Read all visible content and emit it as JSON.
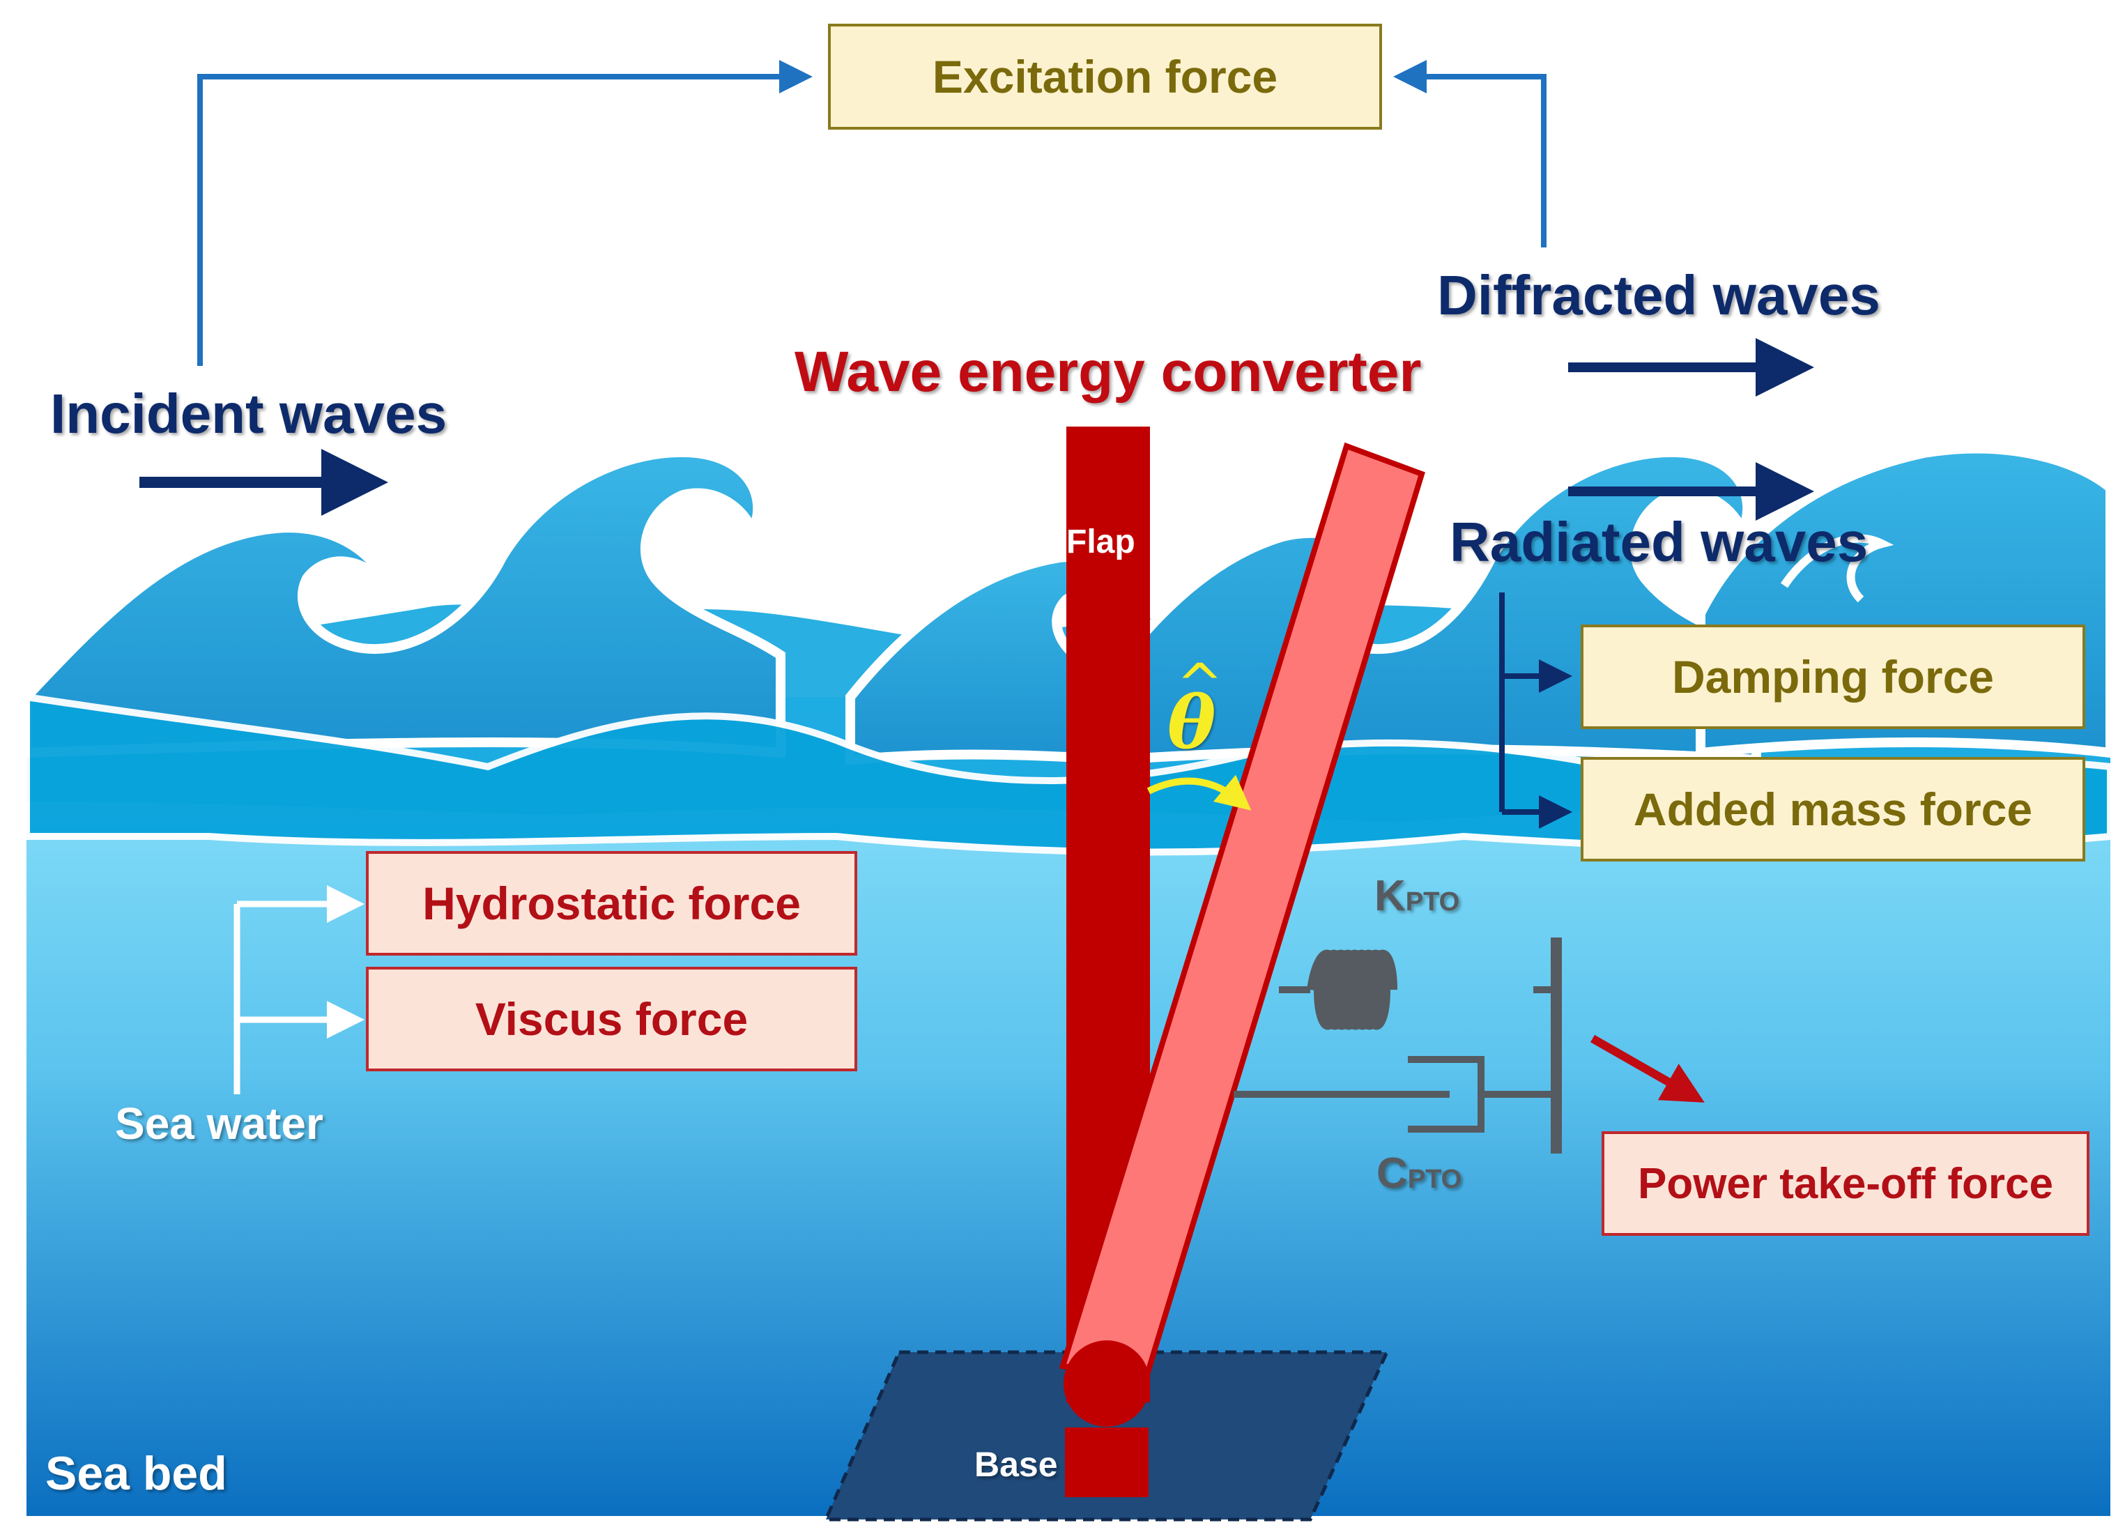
{
  "labels": {
    "incident_waves": "Incident waves",
    "diffracted_waves": "Diffracted waves",
    "radiated_waves": "Radiated waves",
    "wave_energy_converter": "Wave energy converter",
    "flap": "Flap",
    "base": "Base",
    "sea_water": "Sea water",
    "sea_bed": "Sea bed",
    "theta_symbol": "θ",
    "theta_hat": "^",
    "k_pto_main": "K",
    "k_pto_sub": "PTO",
    "c_pto_main": "C",
    "c_pto_sub": "PTO"
  },
  "boxes": {
    "excitation_force": "Excitation force",
    "damping_force": "Damping force",
    "added_mass_force": "Added mass force",
    "hydrostatic_force": "Hydrostatic force",
    "viscus_force": "Viscus force",
    "power_take_off_force": "Power take-off force"
  },
  "colors": {
    "navy_text": "#0d2a6b",
    "wec_red": "#c00b12",
    "flap_red": "#c00000",
    "flap_tilted": "#ff7878",
    "water_top": "#8fe4fb",
    "water_bottom": "#0b6fc0",
    "connector_blue": "#1f72c0",
    "theta_yellow": "#f6ed26",
    "pto_gray": "#555b60"
  }
}
